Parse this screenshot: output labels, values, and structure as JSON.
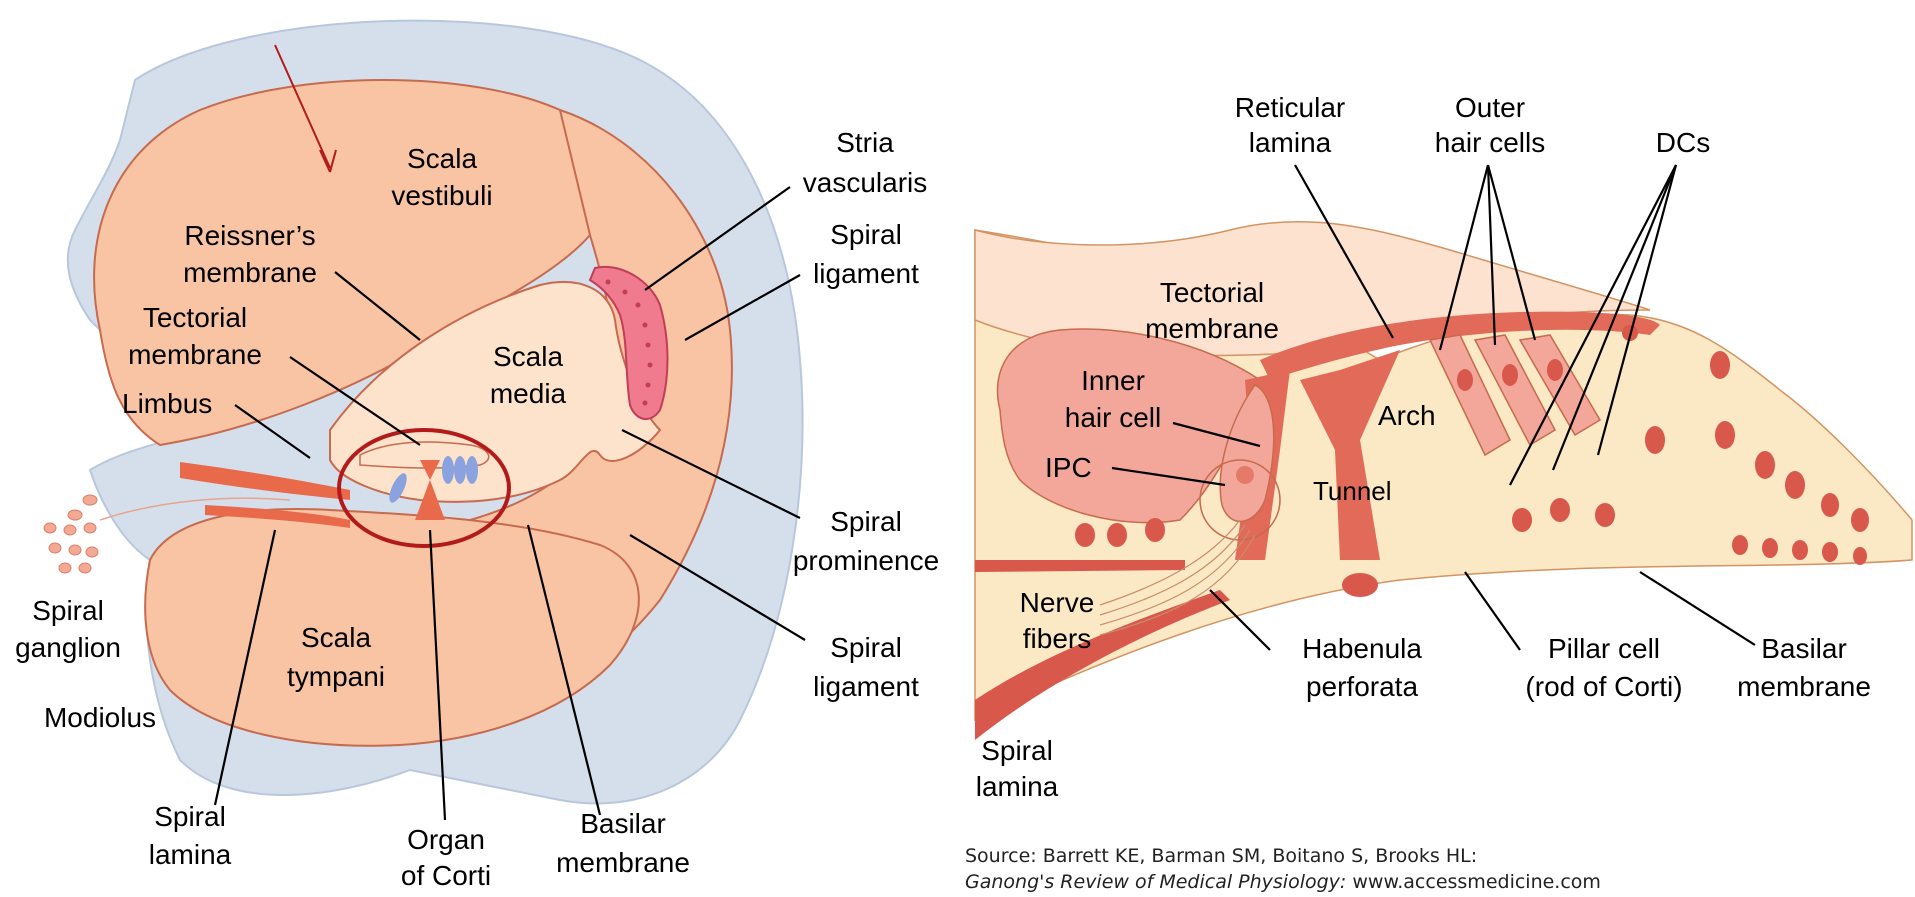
{
  "left_diagram": {
    "labels": {
      "scala_vestibuli": [
        "Scala",
        "vestibuli"
      ],
      "reissners_membrane": [
        "Reissner’s",
        "membrane"
      ],
      "tectorial_membrane": [
        "Tectorial",
        "membrane"
      ],
      "limbus": "Limbus",
      "scala_media": [
        "Scala",
        "media"
      ],
      "stria_vascularis": [
        "Stria",
        "vascularis"
      ],
      "spiral_ligament_top": [
        "Spiral",
        "ligament"
      ],
      "spiral_prominence": [
        "Spiral",
        "prominence"
      ],
      "spiral_ligament_bottom": [
        "Spiral",
        "ligament"
      ],
      "spiral_ganglion": [
        "Spiral",
        "ganglion"
      ],
      "modiolus": "Modiolus",
      "scala_tympani": [
        "Scala",
        "tympani"
      ],
      "spiral_lamina": [
        "Spiral",
        "lamina"
      ],
      "organ_of_corti": [
        "Organ",
        "of Corti"
      ],
      "basilar_membrane": [
        "Basilar",
        "membrane"
      ]
    }
  },
  "right_diagram": {
    "labels": {
      "reticular_lamina": [
        "Reticular",
        "lamina"
      ],
      "outer_hair_cells": [
        "Outer",
        "hair cells"
      ],
      "dcs": "DCs",
      "tectorial_membrane": [
        "Tectorial",
        "membrane"
      ],
      "inner_hair_cell": [
        "Inner",
        "hair cell"
      ],
      "ipc": "IPC",
      "arch": "Arch",
      "tunnel": "Tunnel",
      "nerve_fibers": [
        "Nerve",
        "fibers"
      ],
      "habenula_perforata": [
        "Habenula",
        "perforata"
      ],
      "pillar_cell": [
        "Pillar cell",
        "(rod of Corti)"
      ],
      "basilar_membrane": [
        "Basilar",
        "membrane"
      ],
      "spiral_lamina": [
        "Spiral",
        "lamina"
      ]
    }
  },
  "source": {
    "line1": "Source: Barrett KE, Barman SM, Boitano S, Brooks HL:",
    "line2_italic": "Ganong's Review of Medical Physiology:",
    "line2_rest": " www.accessmedicine.com"
  },
  "colors": {
    "bone": "#d5dfec",
    "chamber": "#f8c4a4",
    "media": "#fde3cc",
    "outline": "#c76a4e",
    "stria": "#f07a8e",
    "highlight_circle": "#b31b1b",
    "arrow": "#b31b1b",
    "hair_cell_blue": "#8aa2dd",
    "pillar": "#e26a58",
    "tissue": "#fbe8c4",
    "cell_fill": "#d9584c"
  }
}
